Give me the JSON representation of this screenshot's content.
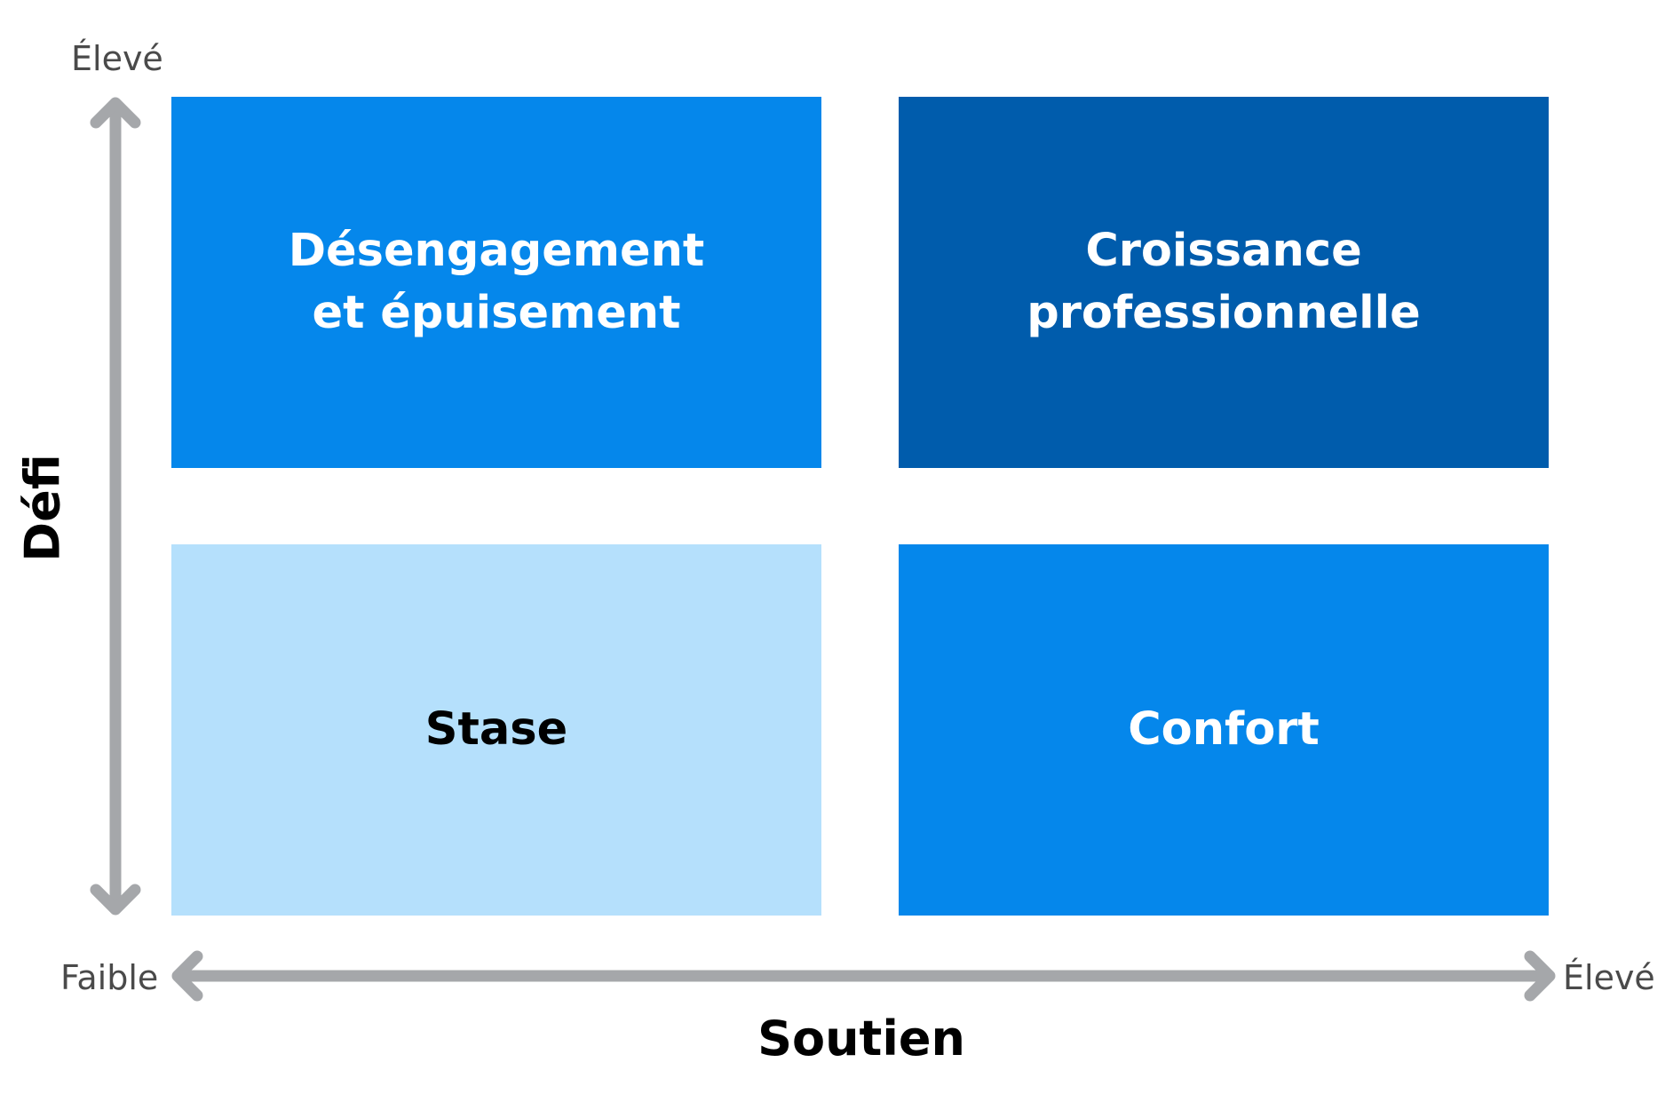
{
  "quadrants": {
    "top_left": {
      "label": "Désengagement\net épuisement",
      "fill": "#0587eb",
      "text_color": "#ffffff"
    },
    "top_right": {
      "label": "Croissance\nprofessionnelle",
      "fill": "#005cac",
      "text_color": "#ffffff"
    },
    "bottom_left": {
      "label": "Stase",
      "fill": "#b5e0fc",
      "text_color": "#000000"
    },
    "bottom_right": {
      "label": "Confort",
      "fill": "#0587eb",
      "text_color": "#ffffff"
    }
  },
  "axes": {
    "y": {
      "title": "Défi",
      "high_label": "Élevé"
    },
    "x": {
      "title": "Soutien",
      "low_label": "Faible",
      "high_label": "Élevé"
    },
    "arrow_color": "#a5a7aa"
  }
}
